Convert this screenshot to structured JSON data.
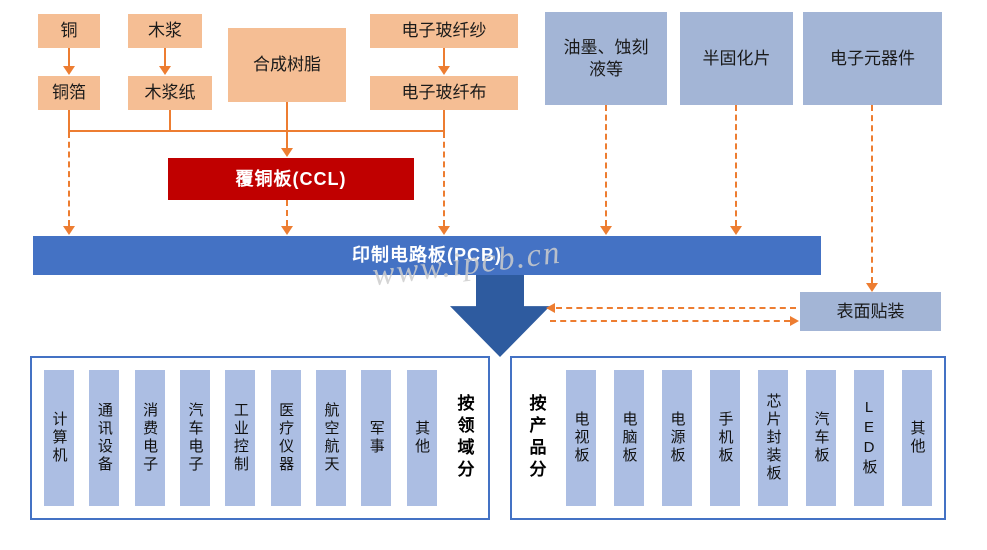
{
  "watermark": "www.ipcb.cn",
  "boxes": {
    "copper": "铜",
    "wood_pulp": "木浆",
    "synthetic_resin": "合成树脂",
    "glass_fiber_yarn": "电子玻纤纱",
    "copper_foil": "铜箔",
    "wood_pulp_paper": "木浆纸",
    "glass_fiber_cloth": "电子玻纤布",
    "ink_etchant": "油墨、蚀刻液等",
    "prepreg": "半固化片",
    "electronic_components": "电子元器件",
    "ccl": "覆铜板(CCL)",
    "pcb": "印制电路板(PCB)",
    "smt": "表面贴装"
  },
  "by_field": {
    "label": "按领域分",
    "items": [
      "计算机",
      "通讯设备",
      "消费电子",
      "汽车电子",
      "工业控制",
      "医疗仪器",
      "航空航天",
      "军事",
      "其他"
    ]
  },
  "by_product": {
    "label": "按产品分",
    "items": [
      "电视板",
      "电脑板",
      "电源板",
      "手机板",
      "芯片封装板",
      "汽车板",
      "LED板",
      "其他"
    ]
  },
  "colors": {
    "arrow_orange": "#ED7D31",
    "material_box_orange": "#F5BE94",
    "aux_box_blue": "#A3B5D6",
    "item_box_blue": "#ACBEE3",
    "ccl_red": "#C00000",
    "pcb_blue": "#4472C4",
    "big_arrow_blue": "#2E5B9F"
  }
}
